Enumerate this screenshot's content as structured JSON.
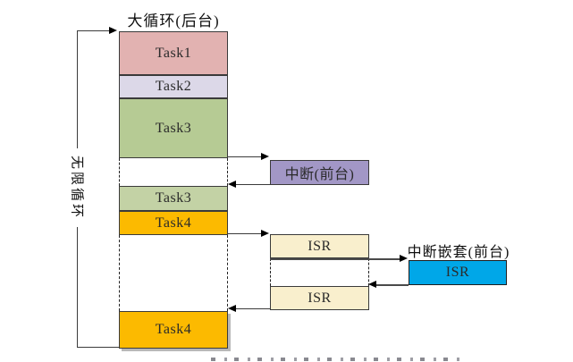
{
  "title": "大循环(后台)",
  "left_loop_label": "无限循环",
  "tasks": {
    "task1": "Task1",
    "task2": "Task2",
    "task3_first": "Task3",
    "task3_resume": "Task3",
    "task4_first": "Task4",
    "task4_resume": "Task4"
  },
  "interrupt": {
    "label": "中断(前台)"
  },
  "isr": {
    "first": "ISR",
    "second": "ISR",
    "nested": "ISR",
    "nested_title": "中断嵌套(前台)"
  },
  "colors": {
    "task1": "#e2b2b1",
    "task2": "#dcd8e8",
    "task3_first": "#b6cb94",
    "task3_resume": "#c3d2a5",
    "task4": "#fcba00",
    "interrupt": "#a297c6",
    "isr": "#f9efcd",
    "isr_nested": "#00a7e8",
    "line": "#3b3b3b"
  }
}
